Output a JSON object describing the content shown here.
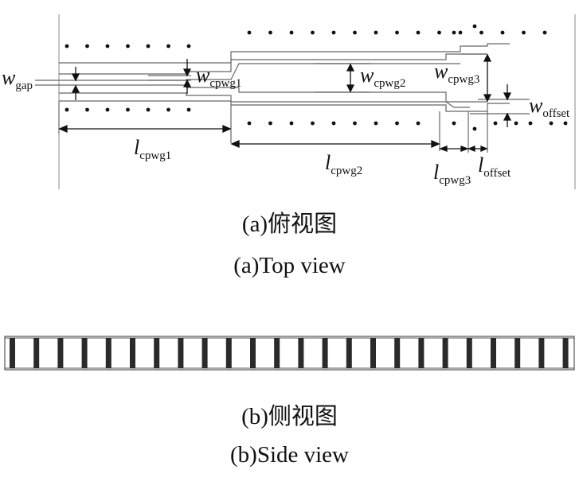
{
  "captions": {
    "top_cn": "(a)俯视图",
    "top_en": "(a)Top view",
    "side_cn": "(b)侧视图",
    "side_en": "(b)Side view"
  },
  "labels": {
    "w_gap": {
      "main": "w",
      "sub": "gap"
    },
    "w_cpwg1": {
      "main": "w",
      "sub": "cpwg1"
    },
    "w_cpwg2": {
      "main": "w",
      "sub": "cpwg2"
    },
    "w_cpwg3": {
      "main": "w",
      "sub": "cpwg3"
    },
    "w_offset": {
      "main": "w",
      "sub": "offset"
    },
    "l_cpwg1": {
      "main": "l",
      "sub": "cpwg1"
    },
    "l_cpwg2": {
      "main": "l",
      "sub": "cpwg2"
    },
    "l_cpwg3": {
      "main": "l",
      "sub": "cpwg3"
    },
    "l_offset": {
      "main": "l",
      "sub": "offset"
    }
  },
  "colors": {
    "ink": "#111111",
    "line": "#555555",
    "bar": "#2a2a2a"
  }
}
